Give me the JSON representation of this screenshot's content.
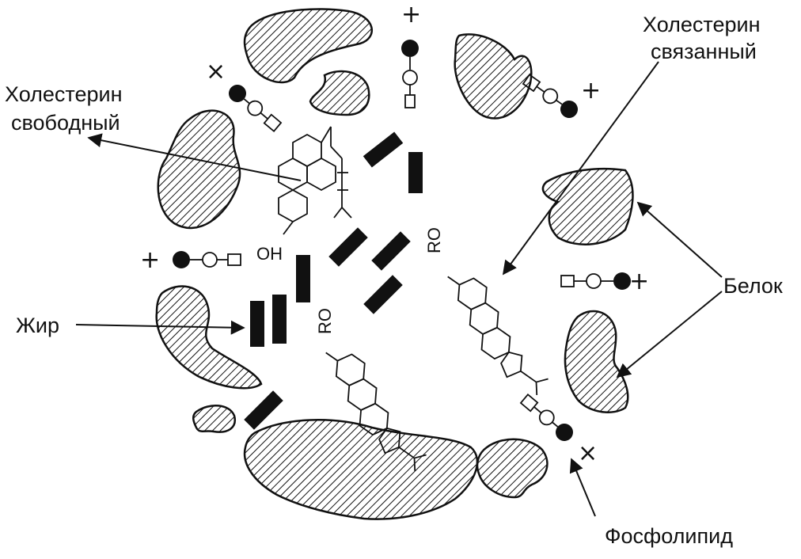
{
  "labels": {
    "cholesterol_bound_line1": "Холестерин",
    "cholesterol_bound_line2": "связанный",
    "cholesterol_free_line1": "Холестерин",
    "cholesterol_free_line2": "свободный",
    "protein": "Белок",
    "fat": "Жир",
    "phospholipid": "Фосфолипид"
  },
  "molecule_text": {
    "hydroxyl": "OH",
    "ester_1": "RO",
    "ester_2": "RO"
  },
  "charges": {
    "plus": "+",
    "cross": "×"
  },
  "colors": {
    "ink": "#111111",
    "background": "#ffffff"
  }
}
